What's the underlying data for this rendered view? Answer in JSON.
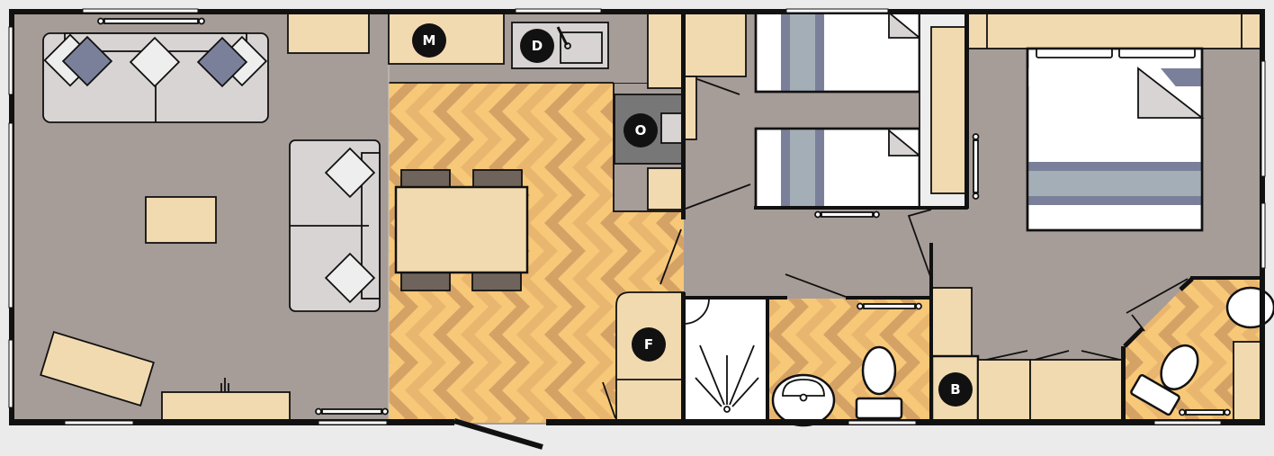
{
  "plan": {
    "markers": {
      "microwave": "M",
      "dishwasher": "D",
      "oven": "O",
      "fridge": "F",
      "boiler": "B"
    }
  },
  "colors": {
    "wall": "#111111",
    "floor": "#a69d98",
    "furniture": "#f2dab0",
    "herringbone_light": "#f6c878",
    "herringbone_mid": "#e9b670",
    "herringbone_dark": "#d5a266",
    "sofa": "#d7d4d3",
    "cushion": "#7b809a",
    "bed_stripe": "#a4aeb7"
  }
}
